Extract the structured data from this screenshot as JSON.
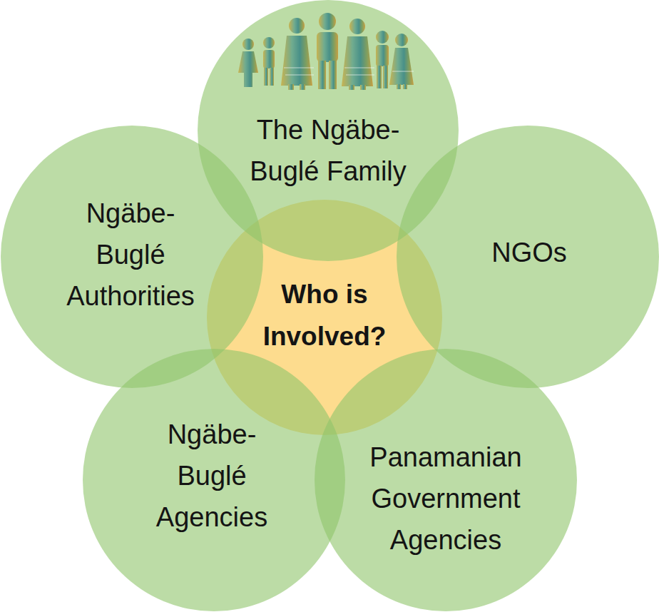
{
  "diagram": {
    "nodes": [
      {
        "text": [
          "The Ngäbe- Buglé Family"
        ]
      },
      {
        "text": [
          "Ngäbe- Buglé Authorities"
        ]
      },
      {
        "text": [
          "NGOs"
        ]
      },
      {
        "text": [
          "Who is Involved?"
        ]
      },
      {
        "text": [
          "Ngäbe- Buglé Agencies"
        ]
      },
      {
        "text": [
          "Panamanian Government Agencies"
        ]
      }
    ]
  }
}
